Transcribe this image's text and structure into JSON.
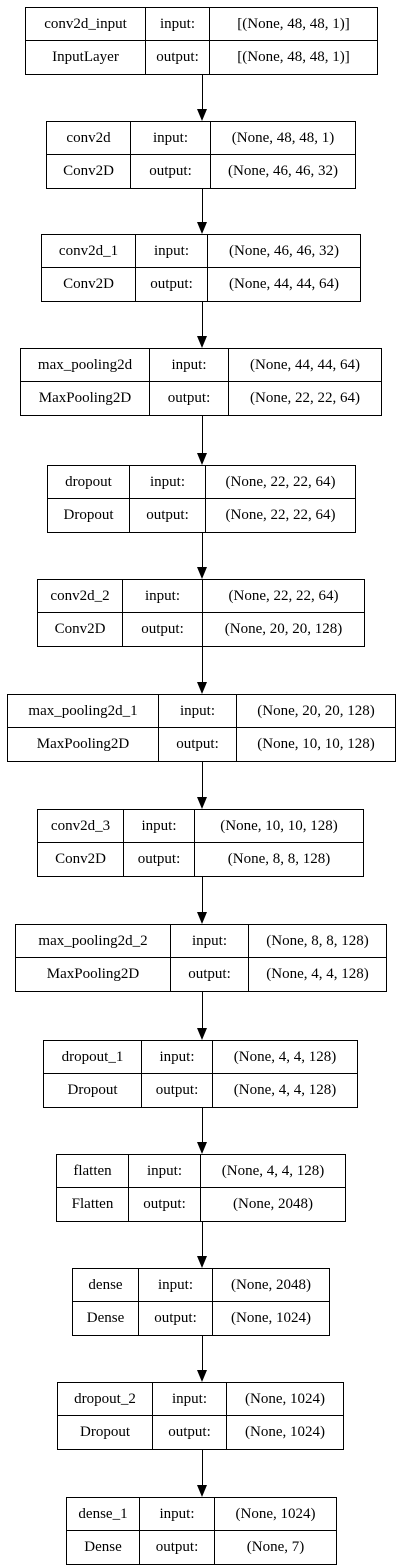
{
  "diagram": {
    "port_labels": {
      "input": "input:",
      "output": "output:"
    },
    "layers": [
      {
        "name": "conv2d_input",
        "type": "InputLayer",
        "input_shape": "[(None, 48, 48, 1)]",
        "output_shape": "[(None, 48, 48, 1)]"
      },
      {
        "name": "conv2d",
        "type": "Conv2D",
        "input_shape": "(None, 48, 48, 1)",
        "output_shape": "(None, 46, 46, 32)"
      },
      {
        "name": "conv2d_1",
        "type": "Conv2D",
        "input_shape": "(None, 46, 46, 32)",
        "output_shape": "(None, 44, 44, 64)"
      },
      {
        "name": "max_pooling2d",
        "type": "MaxPooling2D",
        "input_shape": "(None, 44, 44, 64)",
        "output_shape": "(None, 22, 22, 64)"
      },
      {
        "name": "dropout",
        "type": "Dropout",
        "input_shape": "(None, 22, 22, 64)",
        "output_shape": "(None, 22, 22, 64)"
      },
      {
        "name": "conv2d_2",
        "type": "Conv2D",
        "input_shape": "(None, 22, 22, 64)",
        "output_shape": "(None, 20, 20, 128)"
      },
      {
        "name": "max_pooling2d_1",
        "type": "MaxPooling2D",
        "input_shape": "(None, 20, 20, 128)",
        "output_shape": "(None, 10, 10, 128)"
      },
      {
        "name": "conv2d_3",
        "type": "Conv2D",
        "input_shape": "(None, 10, 10, 128)",
        "output_shape": "(None, 8, 8, 128)"
      },
      {
        "name": "max_pooling2d_2",
        "type": "MaxPooling2D",
        "input_shape": "(None, 8, 8, 128)",
        "output_shape": "(None, 4, 4, 128)"
      },
      {
        "name": "dropout_1",
        "type": "Dropout",
        "input_shape": "(None, 4, 4, 128)",
        "output_shape": "(None, 4, 4, 128)"
      },
      {
        "name": "flatten",
        "type": "Flatten",
        "input_shape": "(None, 4, 4, 128)",
        "output_shape": "(None, 2048)"
      },
      {
        "name": "dense",
        "type": "Dense",
        "input_shape": "(None, 2048)",
        "output_shape": "(None, 1024)"
      },
      {
        "name": "dropout_2",
        "type": "Dropout",
        "input_shape": "(None, 1024)",
        "output_shape": "(None, 1024)"
      },
      {
        "name": "dense_1",
        "type": "Dense",
        "input_shape": "(None, 1024)",
        "output_shape": "(None, 7)"
      }
    ]
  }
}
